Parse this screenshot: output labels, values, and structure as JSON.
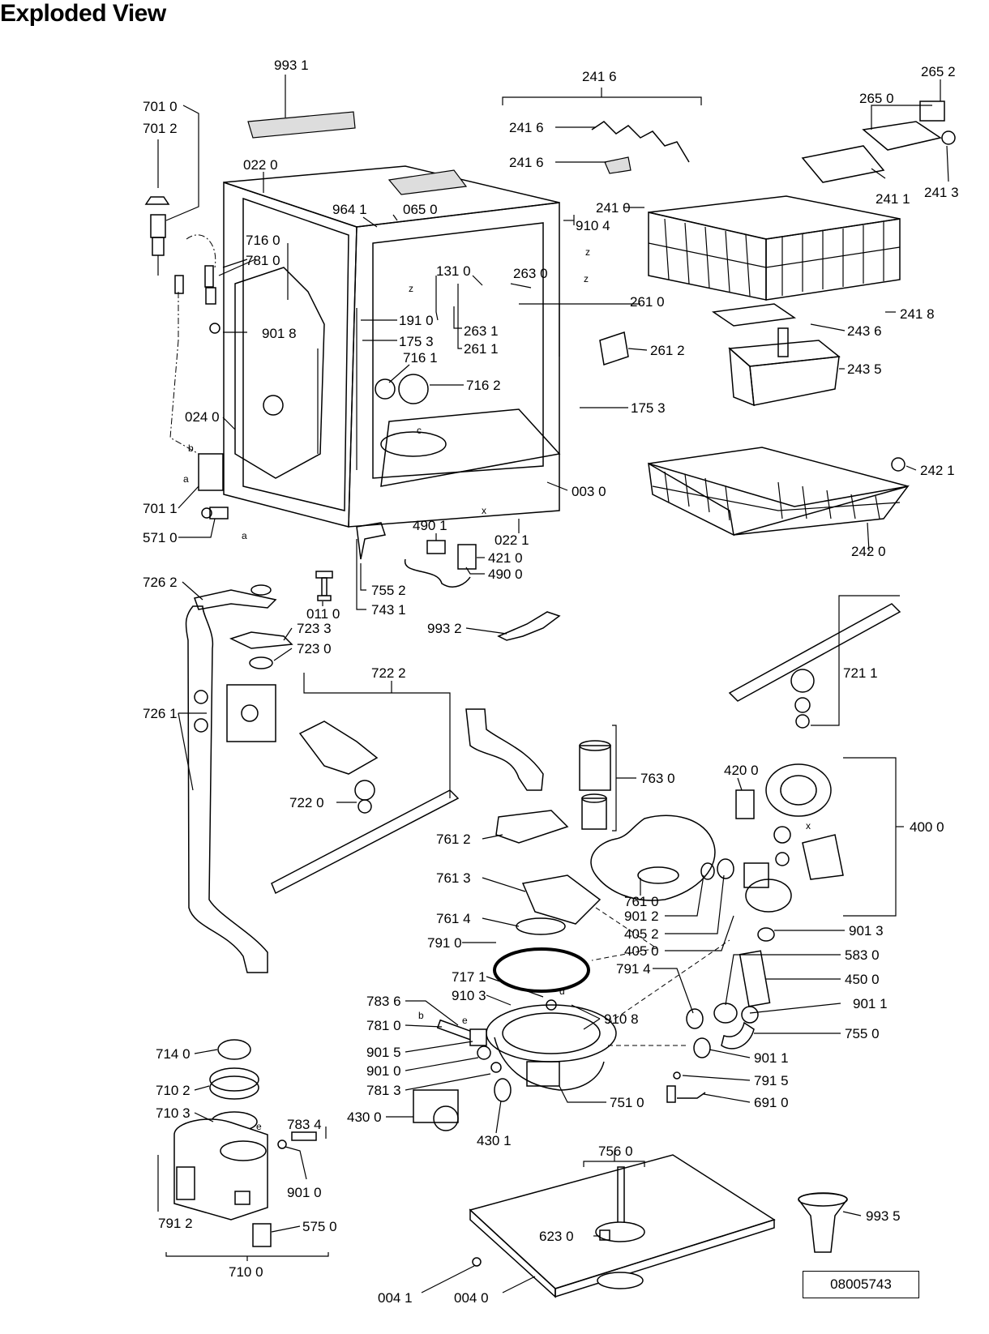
{
  "title": "Exploded View",
  "document_number": "08005743",
  "part_labels": [
    "993 1",
    "241 6",
    "265 2",
    "701 0",
    "701 2",
    "265 0",
    "241 6",
    "241 6",
    "022 0",
    "964 1",
    "065 0",
    "241 0",
    "910 4",
    "241 1",
    "241 3",
    "716 0",
    "781 0",
    "131 0",
    "263 0",
    "261 0",
    "241 8",
    "901 8",
    "191 0",
    "175 3",
    "263 1",
    "261 1",
    "243 6",
    "716 1",
    "261 2",
    "716 2",
    "243 5",
    "175 3",
    "024 0",
    "242 1",
    "003 0",
    "701 1",
    "490 1",
    "022 1",
    "571 0",
    "421 0",
    "242 0",
    "490 0",
    "726 2",
    "755 2",
    "011 0",
    "743 1",
    "723 3",
    "993 2",
    "723 0",
    "721 1",
    "722 2",
    "726 1",
    "763 0",
    "420 0",
    "722 0",
    "400 0",
    "761 2",
    "761 3",
    "761 0",
    "901 2",
    "761 4",
    "405 2",
    "405 0",
    "901 3",
    "791 0",
    "583 0",
    "791 4",
    "717 1",
    "450 0",
    "910 3",
    "783 6",
    "901 1",
    "910 8",
    "781 0",
    "755 0",
    "901 5",
    "714 0",
    "901 1",
    "901 0",
    "791 5",
    "781 3",
    "710 2",
    "751 0",
    "691 0",
    "710 3",
    "783 4",
    "430 0",
    "430 1",
    "756 0",
    "901 0",
    "791 2",
    "623 0",
    "993 5",
    "575 0",
    "710 0",
    "004 1",
    "004 0"
  ],
  "connection_markers": [
    "z",
    "z",
    "z",
    "c",
    "x",
    "b",
    "a",
    "a",
    "x",
    "d",
    "e",
    "b",
    "e"
  ]
}
